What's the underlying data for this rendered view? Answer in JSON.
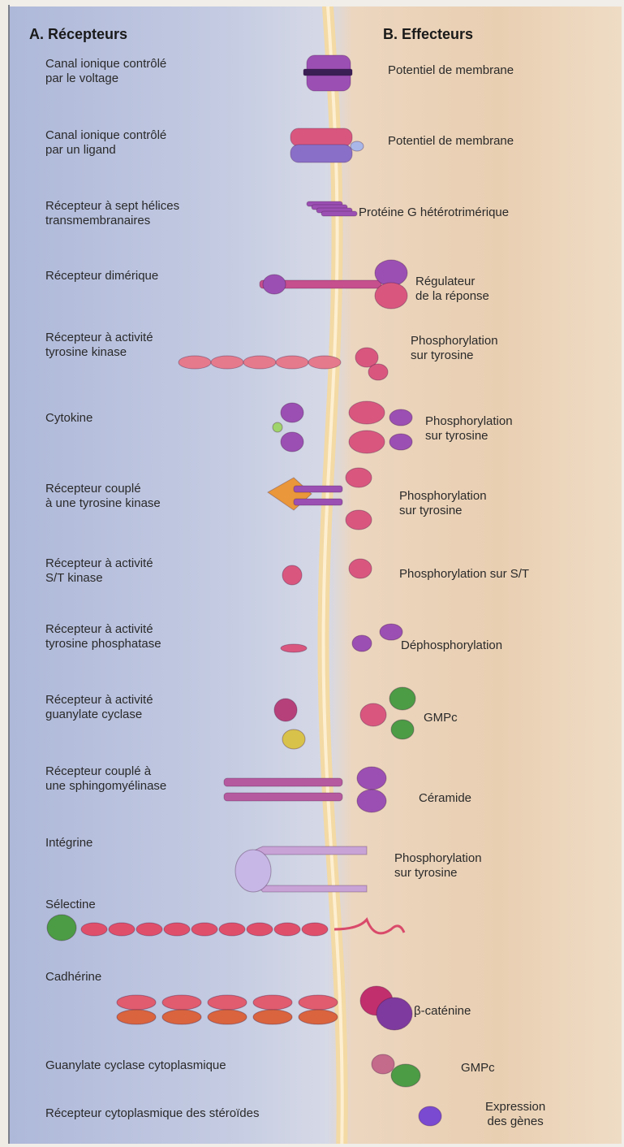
{
  "headers": {
    "receptors": "A. Récepteurs",
    "effectors": "B. Effecteurs"
  },
  "rows": [
    {
      "receptor": "Canal ionique contrôlé\npar le voltage",
      "effector": "Potentiel de membrane"
    },
    {
      "receptor": "Canal ionique contrôlé\npar un ligand",
      "effector": "Potentiel de membrane"
    },
    {
      "receptor": "Récepteur à sept hélices\ntransmembranaires",
      "effector": "Protéine G hétérotrimérique"
    },
    {
      "receptor": "Récepteur dimérique",
      "effector": "Régulateur\nde la réponse"
    },
    {
      "receptor": "Récepteur à activité\ntyrosine kinase",
      "effector": "Phosphorylation\nsur tyrosine"
    },
    {
      "receptor": "Cytokine",
      "effector": "Phosphorylation\nsur tyrosine"
    },
    {
      "receptor": "Récepteur couplé\nà une tyrosine kinase",
      "effector": "Phosphorylation\nsur tyrosine"
    },
    {
      "receptor": "Récepteur à activité\nS/T kinase",
      "effector": "Phosphorylation sur S/T"
    },
    {
      "receptor": "Récepteur à activité\ntyrosine phosphatase",
      "effector": "Déphosphorylation"
    },
    {
      "receptor": "Récepteur à activité\nguanylate cyclase",
      "effector": "GMPc"
    },
    {
      "receptor": "Récepteur couplé à\nune sphingomyélinase",
      "effector": "Céramide"
    },
    {
      "receptor": "Intégrine",
      "effector": "Phosphorylation\nsur tyrosine"
    },
    {
      "receptor": "Sélectine",
      "effector": ""
    },
    {
      "receptor": "Cadhérine",
      "effector": "β-caténine"
    },
    {
      "receptor": "Guanylate cyclase cytoplasmique",
      "effector": "GMPc"
    },
    {
      "receptor": "Récepteur cytoplasmique des stéroïdes",
      "effector": "Expression\ndes gènes"
    }
  ],
  "colors": {
    "membrane": "#f3d9a4",
    "protein_purple": "#9b4fb3",
    "protein_pink": "#d9577f",
    "protein_red": "#e0566a",
    "ligand_green": "#4c9b45",
    "ligand_yellow": "#d8c24a",
    "ligand_orange": "#e9973a",
    "sugar_blue": "#4f86c9"
  }
}
